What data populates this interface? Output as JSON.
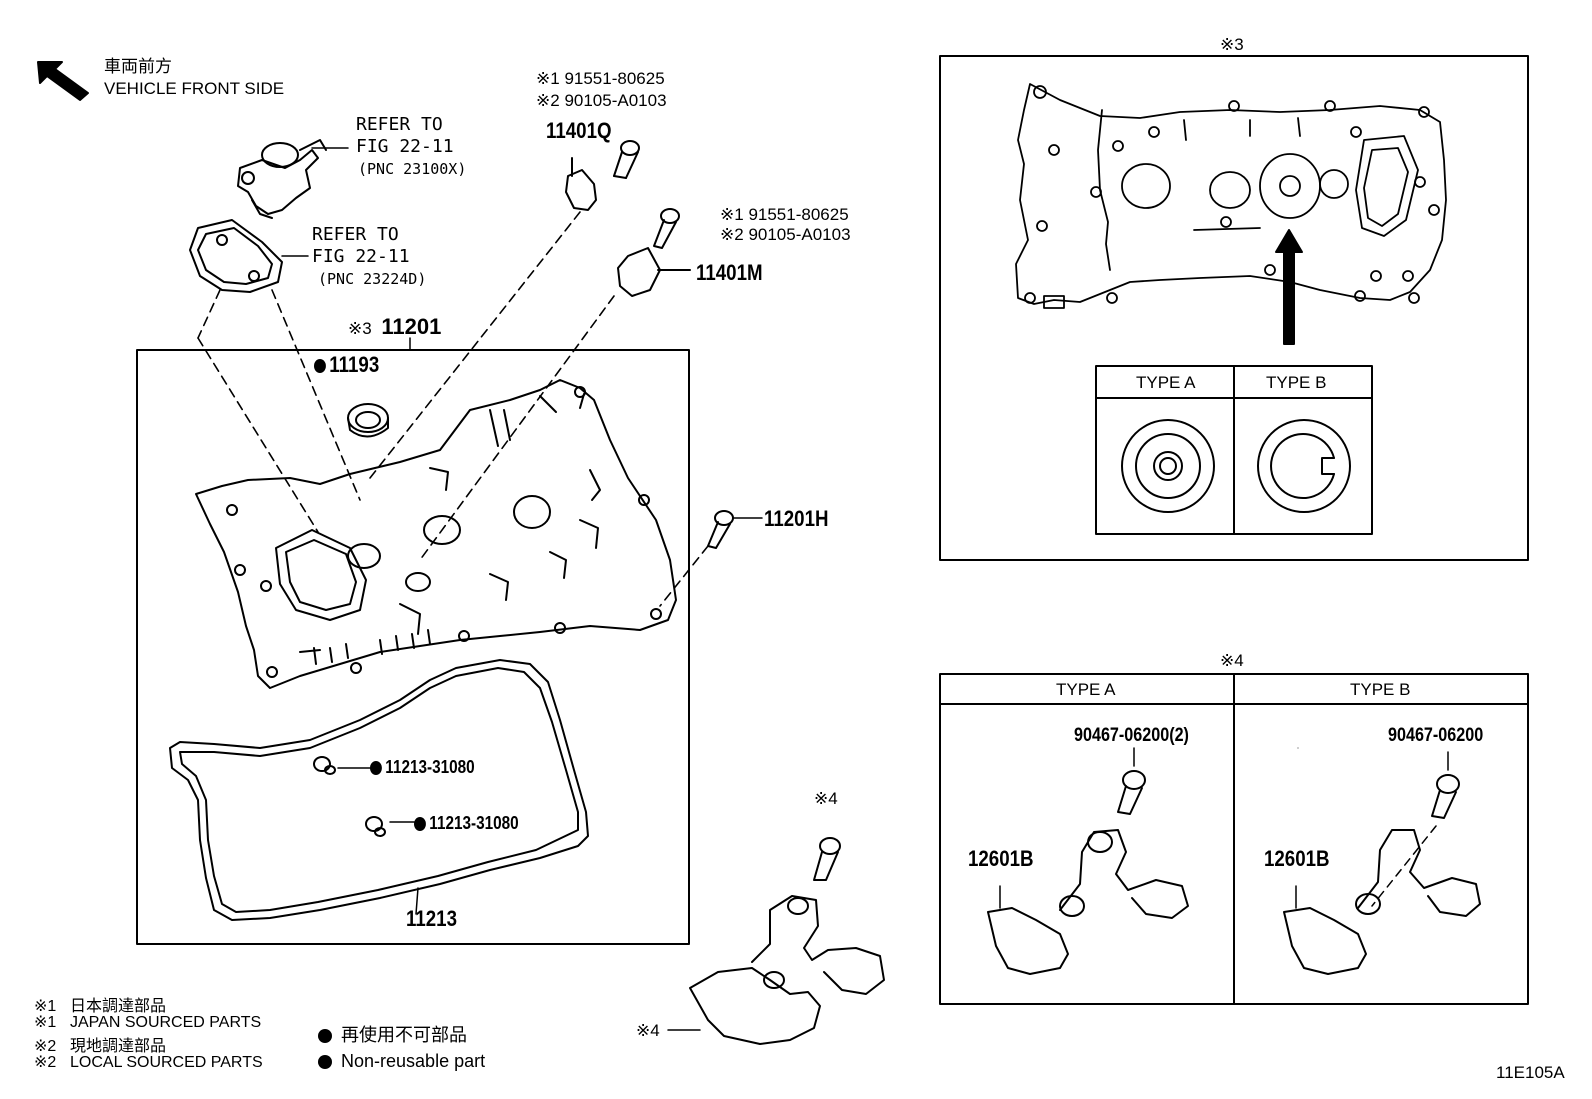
{
  "orientation": {
    "label_jp": "車両前方",
    "label_en": "VEHICLE FRONT SIDE"
  },
  "refer_1": {
    "line1": "REFER TO",
    "line2": "FIG 22-11",
    "line3": "(PNC 23100X)"
  },
  "refer_2": {
    "line1": "REFER TO",
    "line2": "FIG 22-11",
    "line3": "(PNC 23224D)"
  },
  "bolt_q": {
    "mark1": "※1",
    "pn1": "91551-80625",
    "mark2": "※2",
    "pn2": "90105-A0103"
  },
  "bolt_m": {
    "mark1": "※1",
    "pn1": "91551-80625",
    "mark2": "※2",
    "pn2": "90105-A0103"
  },
  "parts": {
    "p11401Q": "11401Q",
    "p11401M": "11401M",
    "p11201_mark": "※3",
    "p11201": "11201",
    "p11193": "11193",
    "p11201H": "11201H",
    "p11213_31080_a": "11213-31080",
    "p11213_31080_b": "11213-31080",
    "p11213": "11213",
    "p_mark4_bolt": "※4",
    "p_mark4_bracket": "※4"
  },
  "inset_3": {
    "title": "※3",
    "type_a": "TYPE A",
    "type_b": "TYPE B"
  },
  "inset_4": {
    "title": "※4",
    "type_a": "TYPE A",
    "type_b": "TYPE B",
    "bolt_a": "90467-06200(2)",
    "bolt_b": "90467-06200",
    "part_a": "12601B",
    "part_b": "12601B"
  },
  "legend": [
    {
      "mark": "※1",
      "text": "日本調達部品"
    },
    {
      "mark": "※1",
      "text": "JAPAN SOURCED PARTS"
    },
    {
      "mark": "※2",
      "text": "現地調達部品"
    },
    {
      "mark": "※2",
      "text": "LOCAL SOURCED PARTS"
    }
  ],
  "legend_dot": [
    {
      "text": "再使用不可部品"
    },
    {
      "text": "Non-reusable part"
    }
  ],
  "figure_id": "11E105A"
}
